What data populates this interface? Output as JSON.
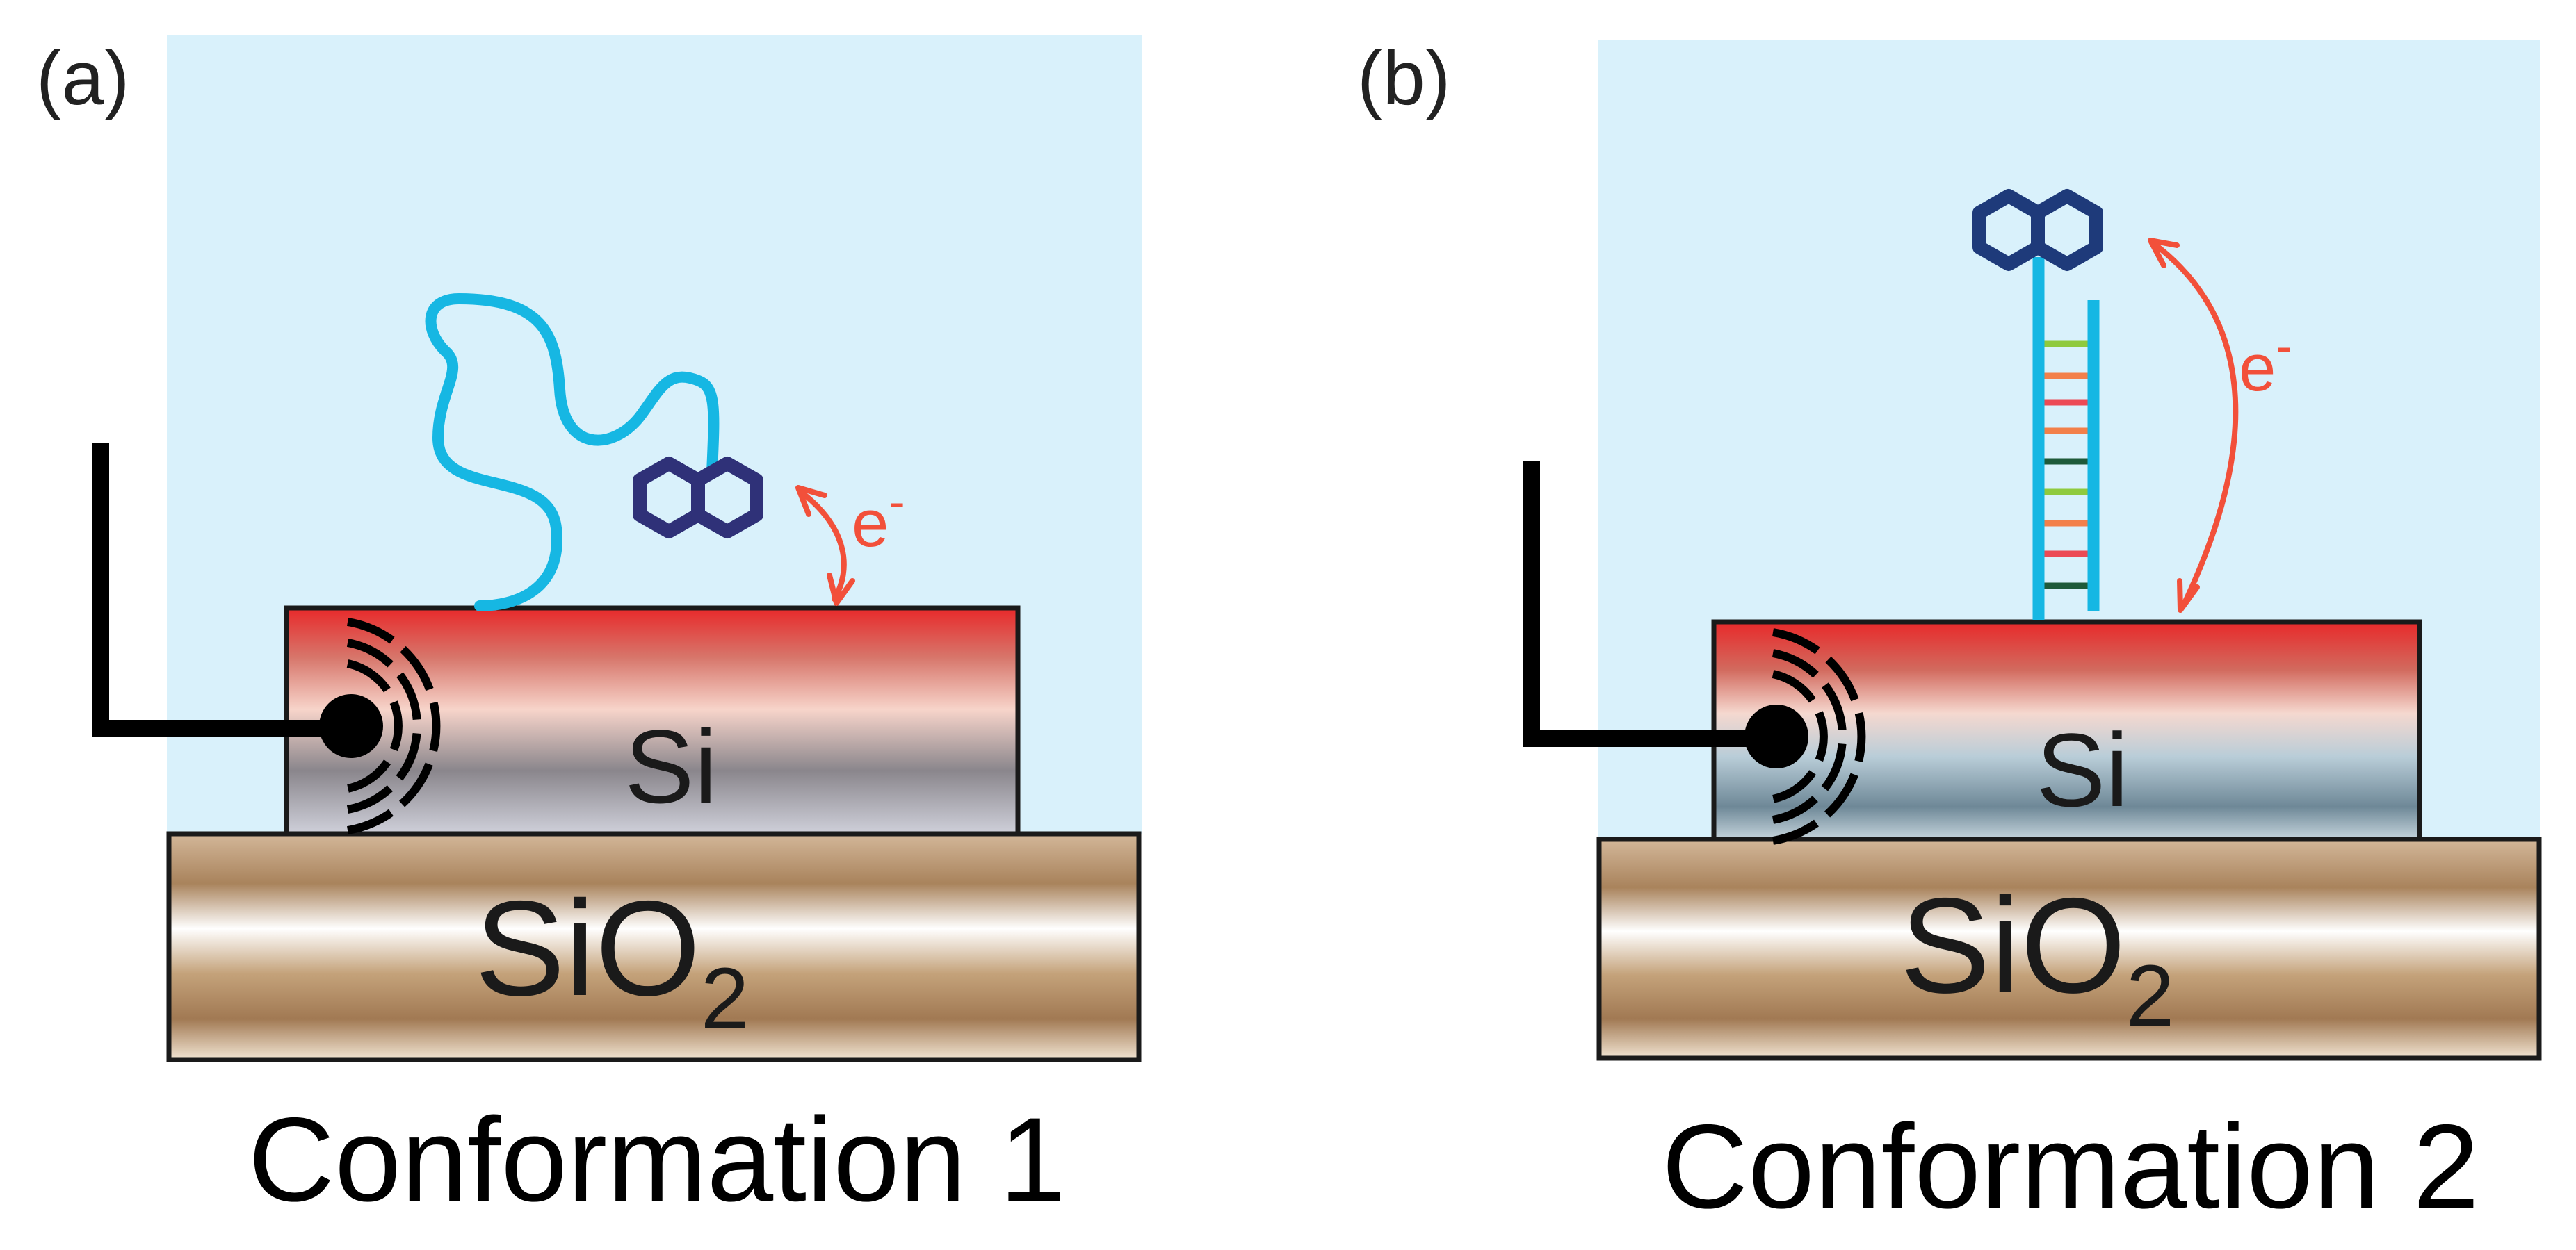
{
  "panels": [
    {
      "letter": "(a)",
      "si_label": "Si",
      "oxide_label": "SiO",
      "oxide_subscript": "2",
      "electron": "e",
      "electron_superscript": "-",
      "caption": "Conformation 1"
    },
    {
      "letter": "(b)",
      "si_label": "Si",
      "oxide_label": "SiO",
      "oxide_subscript": "2",
      "electron": "e",
      "electron_superscript": "-",
      "caption": "Conformation 2"
    }
  ],
  "colors": {
    "solution": "#d9f1fb",
    "strand": "#16b7e3",
    "redox_tag": "#2f3178",
    "redox_tag_b": "#1e3a7a",
    "electron_arrow": "#f2503a",
    "outline": "#1a1a1a",
    "base_pairs": [
      "#8fca3e",
      "#f2804a",
      "#ec4a55",
      "#f2804a",
      "#1e5a3a",
      "#8fca3e",
      "#f2804a",
      "#ec4a55",
      "#1e5a3a"
    ]
  }
}
